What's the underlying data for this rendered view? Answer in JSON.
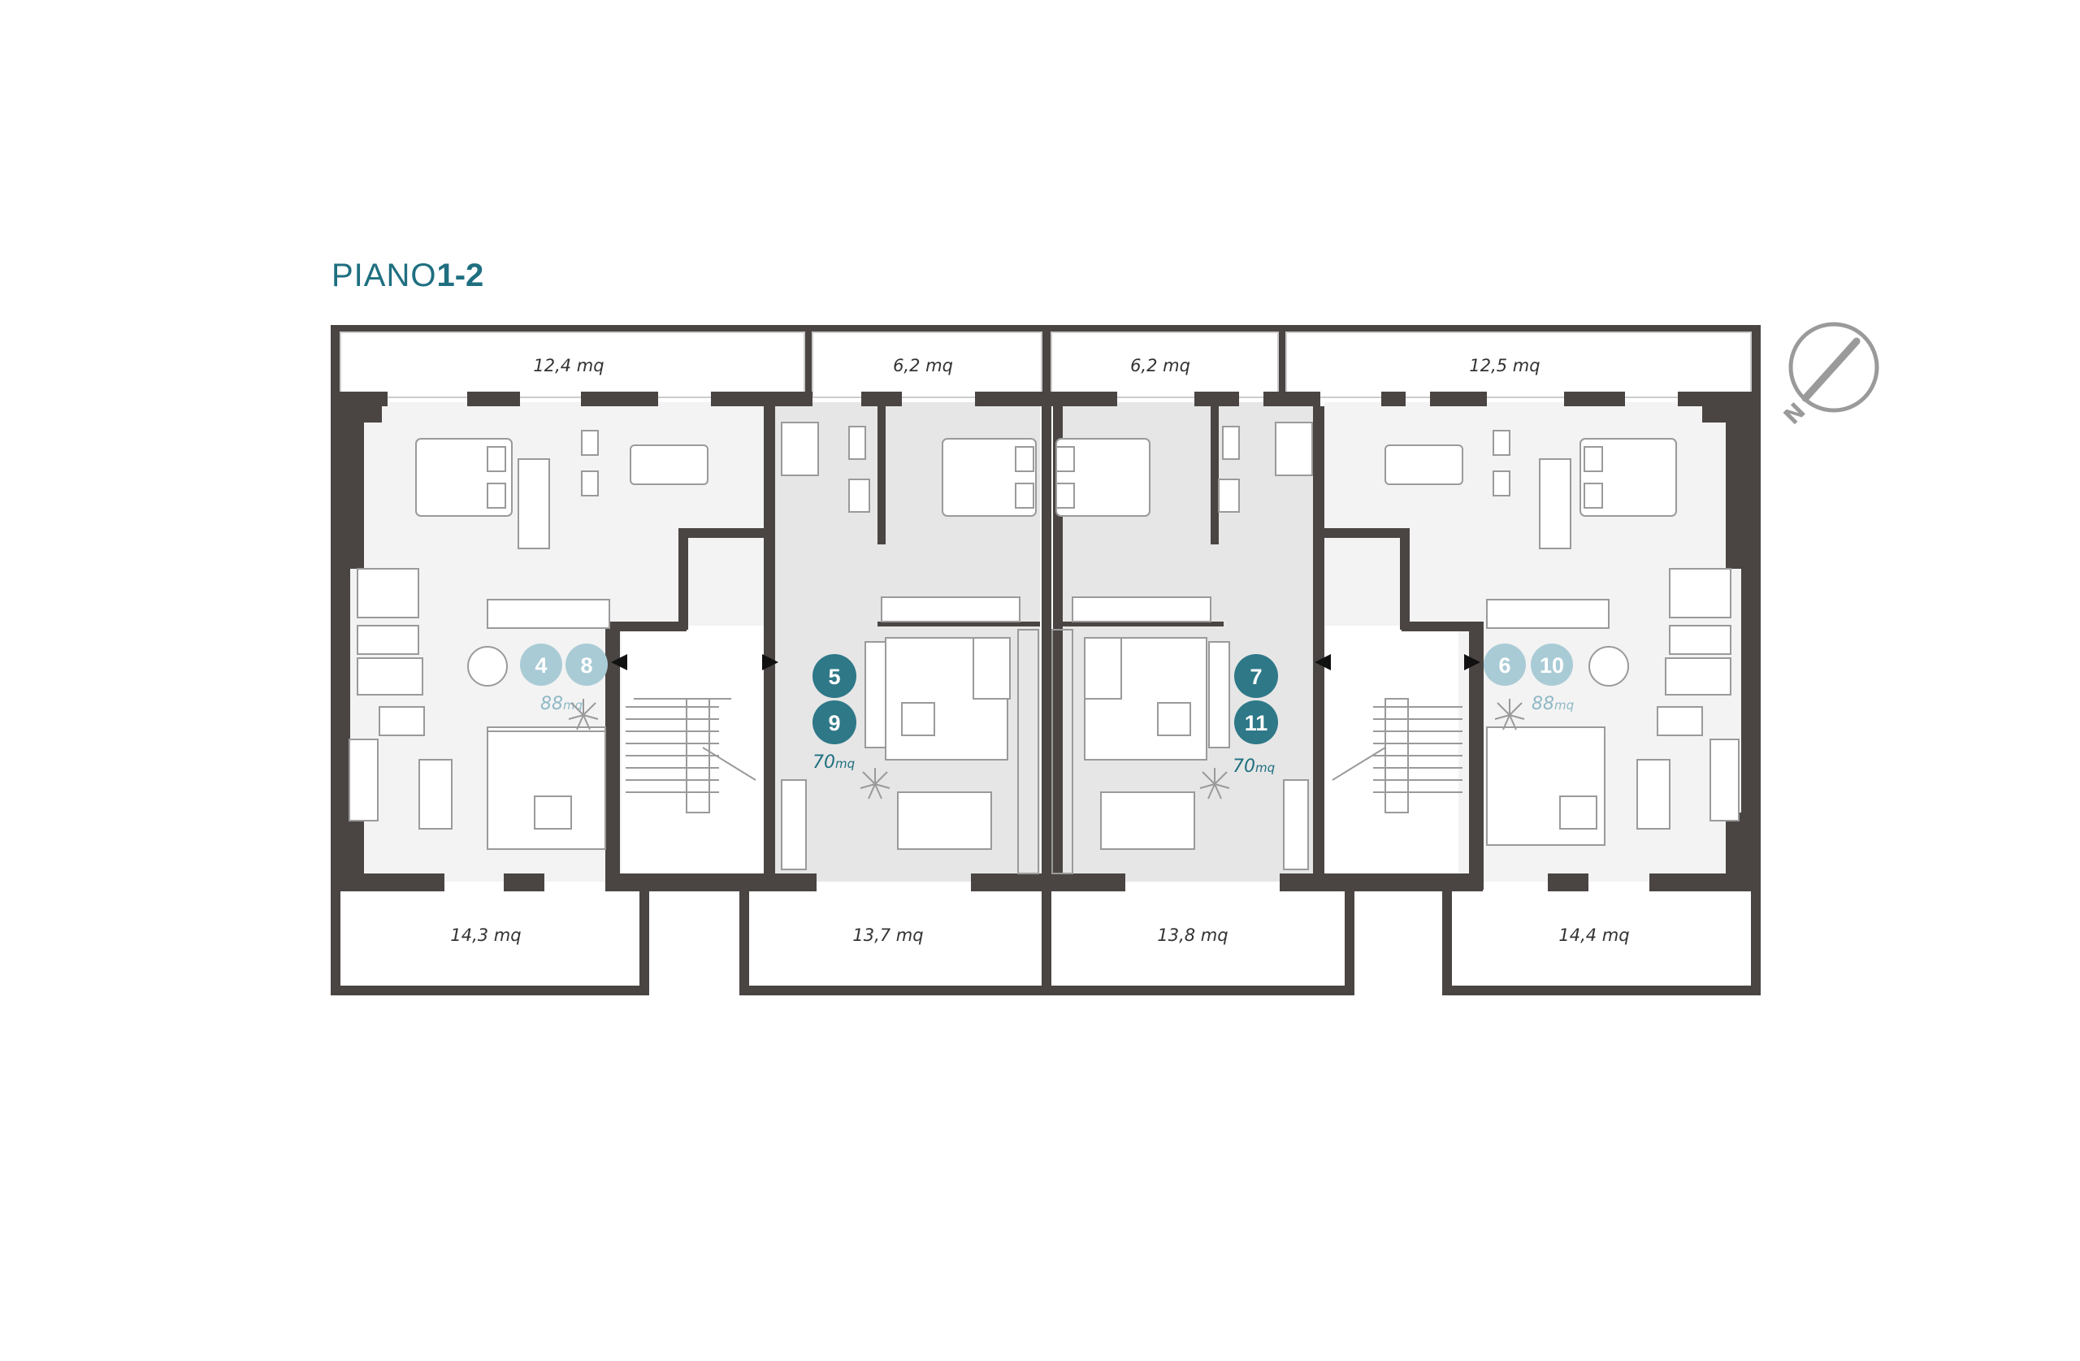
{
  "title": {
    "prefix": "PIANO",
    "floors": "1-2"
  },
  "terraces_top": [
    {
      "id": "t1",
      "area": "12,4 mq"
    },
    {
      "id": "t2",
      "area": "6,2 mq"
    },
    {
      "id": "t3",
      "area": "6,2 mq"
    },
    {
      "id": "t4",
      "area": "12,5 mq"
    }
  ],
  "terraces_bottom": [
    {
      "id": "b1",
      "area": "14,3 mq"
    },
    {
      "id": "b2",
      "area": "13,7 mq"
    },
    {
      "id": "b3",
      "area": "13,8 mq"
    },
    {
      "id": "b4",
      "area": "14,4 mq"
    }
  ],
  "units": {
    "u4": "4",
    "u8": "8",
    "u5": "5",
    "u9": "9",
    "u7": "7",
    "u11": "11",
    "u6": "6",
    "u10": "10"
  },
  "unit_sizes": {
    "west": {
      "value": "88",
      "unit": "mq"
    },
    "center_west": {
      "value": "70",
      "unit": "mq"
    },
    "center_east": {
      "value": "70",
      "unit": "mq"
    },
    "east": {
      "value": "88",
      "unit": "mq"
    }
  },
  "colors": {
    "dark_badge": "#2e7888",
    "light_badge": "#a9cbd6",
    "wall": "#4a4543",
    "title": "#1f6f80"
  },
  "compass": {
    "icon": "north-arrow-icon",
    "letter": "N"
  }
}
